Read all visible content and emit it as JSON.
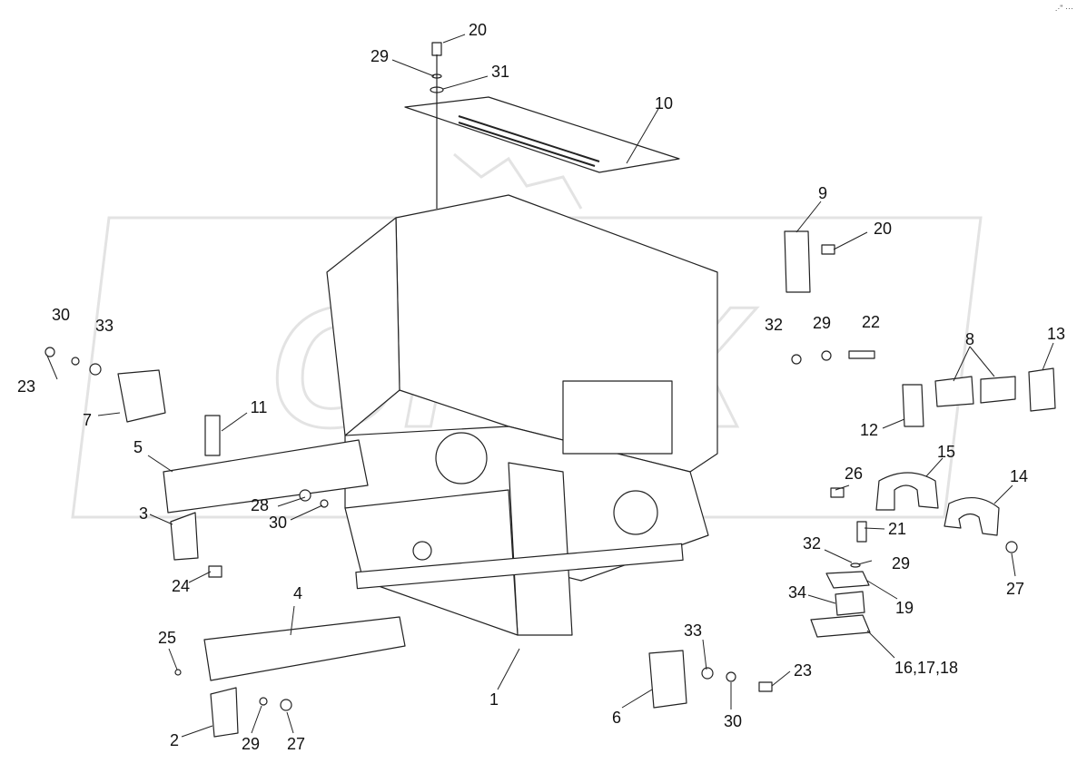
{
  "watermark": {
    "text": "OPEX",
    "color": "#e6e6e6"
  },
  "corner_mark": ".·\" ···",
  "callouts": {
    "c20a": "20",
    "c29a": "29",
    "c31": "31",
    "c10": "10",
    "c9": "9",
    "c20b": "20",
    "c32a": "32",
    "c29b": "29",
    "c22": "22",
    "c8": "8",
    "c13": "13",
    "c12": "12",
    "c30a": "30",
    "c33a": "33",
    "c23a": "23",
    "c7": "7",
    "c11": "11",
    "c5": "5",
    "c28": "28",
    "c30b": "30",
    "c3": "3",
    "c24": "24",
    "c26": "26",
    "c15": "15",
    "c14": "14",
    "c21": "21",
    "c32b": "32",
    "c29c": "29",
    "c27a": "27",
    "c34": "34",
    "c19": "19",
    "c16": "16,17,18",
    "c4": "4",
    "c25": "25",
    "c1": "1",
    "c33b": "33",
    "c23b": "23",
    "c6": "6",
    "c30c": "30",
    "c2": "2",
    "c29d": "29",
    "c27b": "27"
  },
  "colors": {
    "line": "#222222",
    "fill": "#ffffff"
  }
}
